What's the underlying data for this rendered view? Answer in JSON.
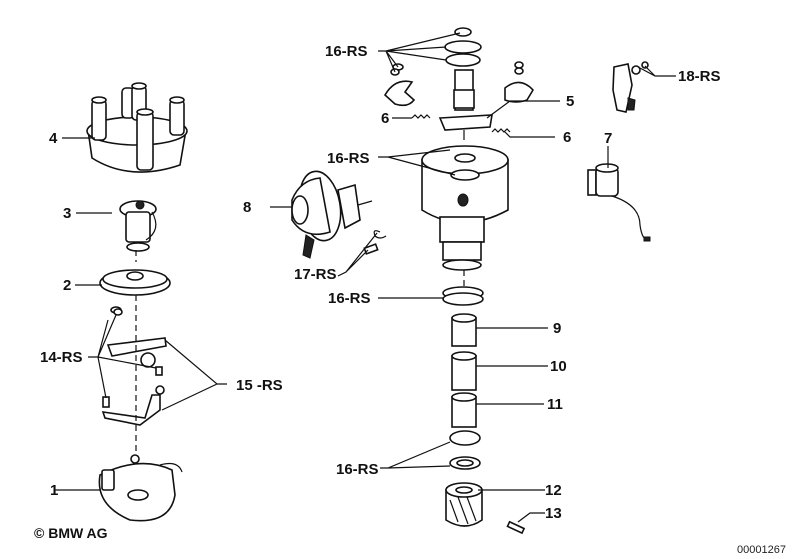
{
  "diagram": {
    "title": "Distributor exploded view",
    "copyright": "© BMW AG",
    "document_number": "00001267",
    "callouts": [
      {
        "id": "c4",
        "text": "4"
      },
      {
        "id": "c3",
        "text": "3"
      },
      {
        "id": "c2",
        "text": "2"
      },
      {
        "id": "c14",
        "text": "14-RS"
      },
      {
        "id": "c15",
        "text": "15 -RS"
      },
      {
        "id": "c1",
        "text": "1"
      },
      {
        "id": "c8",
        "text": "8"
      },
      {
        "id": "c17",
        "text": "17-RS"
      },
      {
        "id": "c16a",
        "text": "16-RS"
      },
      {
        "id": "c6a",
        "text": "6"
      },
      {
        "id": "c16b",
        "text": "16-RS"
      },
      {
        "id": "c16c",
        "text": "16-RS"
      },
      {
        "id": "c16d",
        "text": "16-RS"
      },
      {
        "id": "c5",
        "text": "5"
      },
      {
        "id": "c6b",
        "text": "6"
      },
      {
        "id": "c9",
        "text": "9"
      },
      {
        "id": "c10",
        "text": "10"
      },
      {
        "id": "c11",
        "text": "11"
      },
      {
        "id": "c12",
        "text": "12"
      },
      {
        "id": "c13",
        "text": "13"
      },
      {
        "id": "c7",
        "text": "7"
      },
      {
        "id": "c18",
        "text": "18-RS"
      }
    ]
  }
}
